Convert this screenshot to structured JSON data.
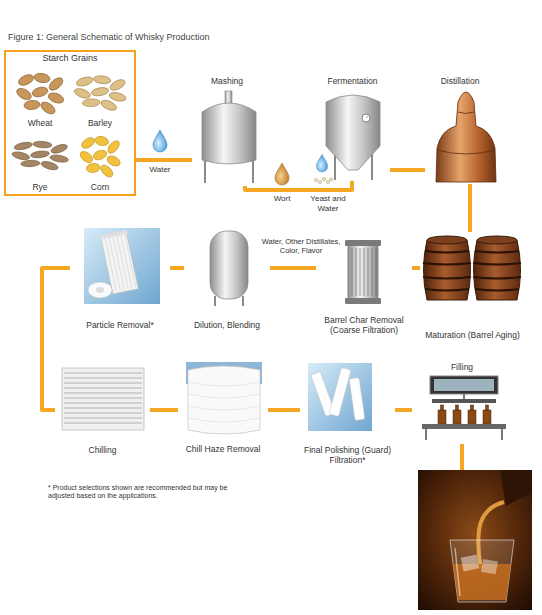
{
  "diagram": {
    "title": "Figure 1: General Schematic of Whisky Production",
    "nodes": [
      {
        "text": [
          "Starch Grains"
        ]
      },
      {
        "text": [
          "Wheat"
        ],
        "in": 0
      },
      {
        "text": [
          "Barley"
        ],
        "in": 0
      },
      {
        "text": [
          "Rye"
        ],
        "in": 0
      },
      {
        "text": [
          "Corn"
        ],
        "in": 0
      },
      {
        "text": [
          "Mashing"
        ]
      },
      {
        "text": [
          "Fermentation"
        ]
      },
      {
        "text": [
          "Distillation"
        ]
      },
      {
        "text": [
          "Maturation (Barrel Aging)"
        ]
      },
      {
        "text": [
          "Barrel Char Removal (Coarse Filtration)"
        ]
      },
      {
        "text": [
          "Dilution, Blending"
        ]
      },
      {
        "text": [
          "Particle Removal*"
        ]
      },
      {
        "text": [
          "Chilling"
        ]
      },
      {
        "text": [
          "Chill Haze Removal"
        ]
      },
      {
        "text": [
          "Final Polishing (Guard) Filtration*"
        ]
      },
      {
        "text": [
          "Filling"
        ]
      }
    ],
    "edges": [
      {
        "from": 0,
        "to": 5,
        "arrow": "none"
      },
      {
        "from": 5,
        "to": 6,
        "arrow": "none"
      },
      {
        "from": 6,
        "to": 7,
        "arrow": "none"
      },
      {
        "from": 7,
        "to": 8,
        "arrow": "none"
      },
      {
        "from": 8,
        "to": 9,
        "arrow": "none"
      },
      {
        "from": 9,
        "to": 10,
        "arrow": "none"
      },
      {
        "from": 10,
        "to": 11,
        "arrow": "none"
      },
      {
        "from": 11,
        "to": 12,
        "arrow": "none"
      },
      {
        "from": 12,
        "to": 13,
        "arrow": "none"
      },
      {
        "from": 13,
        "to": 14,
        "arrow": "none"
      },
      {
        "from": 14,
        "to": 15,
        "arrow": "none"
      }
    ],
    "labels": [
      "Water",
      "Wort",
      "Yeast and Water",
      "Water, Other Distillates, Color, Flavor",
      "* Product selections shown are recommended but may be adjusted based on the applications."
    ]
  }
}
